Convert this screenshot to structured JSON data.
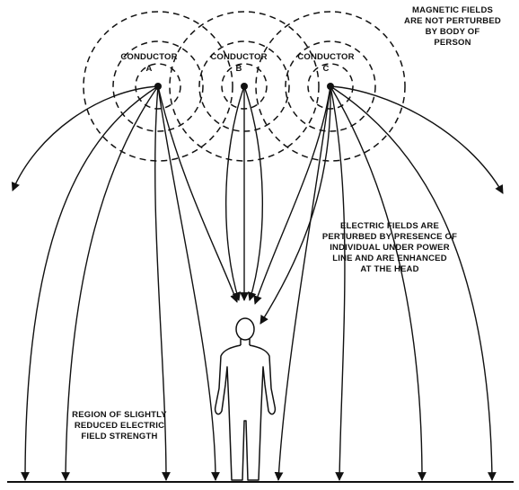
{
  "conductors": [
    {
      "label": "CONDUCTOR",
      "letter": "A"
    },
    {
      "label": "CONDUCTOR",
      "letter": "B"
    },
    {
      "label": "CONDUCTOR",
      "letter": "C"
    }
  ],
  "annotations": {
    "magnetic": [
      "MAGNETIC FIELDS",
      "ARE NOT PERTURBED",
      "BY BODY OF",
      "PERSON"
    ],
    "electric": [
      "ELECTRIC FIELDS ARE",
      "PERTURBED BY PRESENCE OF",
      "INDIVIDUAL UNDER POWER",
      "LINE AND ARE ENHANCED",
      "AT THE HEAD"
    ],
    "region": [
      "REGION OF SLIGHTLY",
      "REDUCED ELECTRIC",
      "FIELD STRENGTH"
    ]
  }
}
